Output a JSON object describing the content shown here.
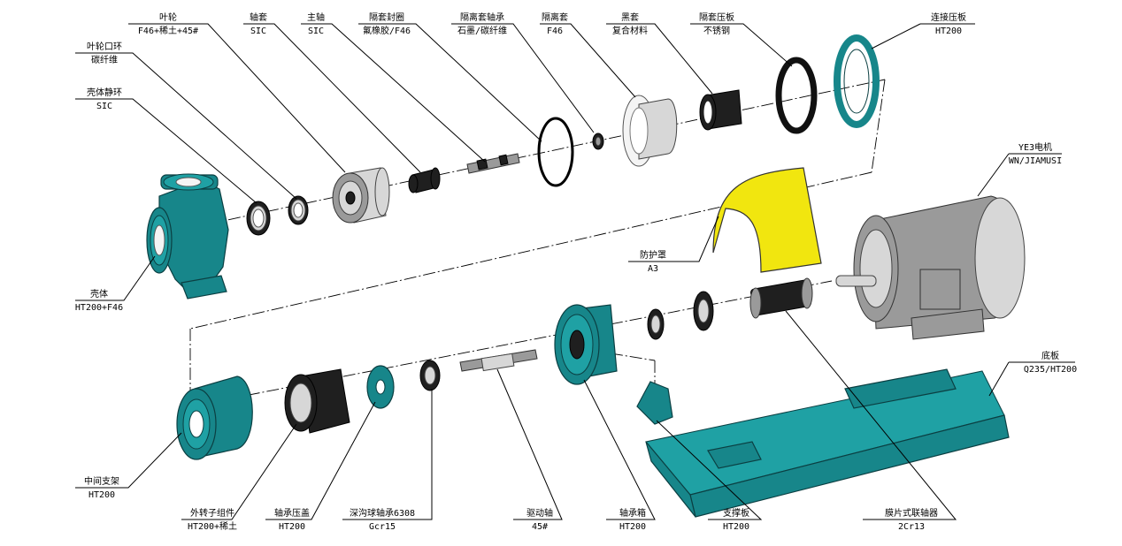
{
  "labels": {
    "impeller": {
      "name": "叶轮",
      "material": "F46+稀土+45#"
    },
    "impeller_ring": {
      "name": "叶轮口环",
      "material": "碳纤维"
    },
    "casing_ring": {
      "name": "壳体静环",
      "material": "SIC"
    },
    "casing": {
      "name": "壳体",
      "material": "HT200+F46"
    },
    "bushing": {
      "name": "轴套",
      "material": "SIC"
    },
    "shaft": {
      "name": "主轴",
      "material": "SIC"
    },
    "seal_ring": {
      "name": "隔套封圈",
      "material": "氟橡胶/F46"
    },
    "sleeve_bearing": {
      "name": "隔离套轴承",
      "material": "石墨/碳纤维"
    },
    "isolation_sleeve": {
      "name": "隔离套",
      "material": "F46"
    },
    "black_sleeve": {
      "name": "黑套",
      "material": "复合材料"
    },
    "sleeve_plate": {
      "name": "隔套压板",
      "material": "不锈钢"
    },
    "connect_plate": {
      "name": "连接压板",
      "material": "HT200"
    },
    "motor": {
      "name": "YE3电机",
      "material": "WN/JIAMUSI"
    },
    "guard": {
      "name": "防护罩",
      "material": "A3"
    },
    "base": {
      "name": "底板",
      "material": "Q235/HT200"
    },
    "bracket": {
      "name": "中间支架",
      "material": "HT200"
    },
    "outer_rotor": {
      "name": "外转子组件",
      "material": "HT200+稀土"
    },
    "bearing_cover": {
      "name": "轴承压盖",
      "material": "HT200"
    },
    "ball_bearing": {
      "name": "深沟球轴承6308",
      "material": "Gcr15"
    },
    "drive_shaft": {
      "name": "驱动轴",
      "material": "45#"
    },
    "bearing_box": {
      "name": "轴承箱",
      "material": "HT200"
    },
    "support": {
      "name": "支撑板",
      "material": "HT200"
    },
    "coupling": {
      "name": "膜片式联轴器",
      "material": "2Cr13"
    }
  }
}
